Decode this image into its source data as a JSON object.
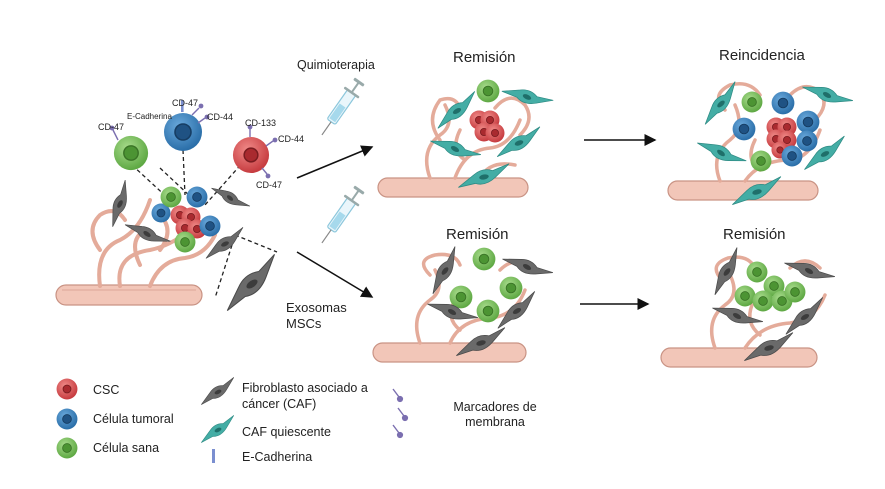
{
  "labels": {
    "chemo": "Quimioterapia",
    "exosomes_line1": "Exosomas",
    "exosomes_line2": "MSCs",
    "top_remission": "Remisión",
    "top_relapse": "Reincidencia",
    "bottom_remission": "Remisión",
    "bottom_remission_2": "Remisión"
  },
  "markers": {
    "cd47_a": "CD-47",
    "ecad": "E-Cadherina",
    "cd47_b": "CD-47",
    "cd44_a": "CD-44",
    "cd133": "CD-133",
    "cd44_b": "CD-44",
    "cd47_c": "CD-47"
  },
  "legend": {
    "csc": "CSC",
    "tumor": "Célula tumoral",
    "healthy": "Célula sana",
    "caf_line1": "Fibroblasto asociado a",
    "caf_line2": "cáncer (CAF)",
    "qcaf": "CAF quiescente",
    "ecad": "E-Cadherina",
    "markers_line1": "Marcadores de",
    "markers_line2": "membrana"
  },
  "colors": {
    "csc": "#d9474a",
    "tumor": "#2f7ab8",
    "healthy": "#6fbb55",
    "caf": "#5b5b5b",
    "qcaf": "#3aa7a0",
    "vessel": "#f2c6b8",
    "marker": "#7b6fb0"
  }
}
